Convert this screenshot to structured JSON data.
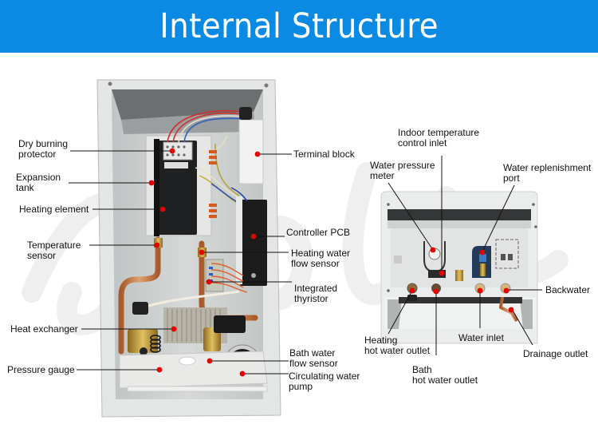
{
  "header": {
    "title": "Internal Structure",
    "background_color": "#0a8ae2",
    "text_color": "#ffffff"
  },
  "watermark": {
    "description": "faint script watermark",
    "color": "#ececec"
  },
  "callout_dot_color": "#e60000",
  "left_diagram": {
    "description": "Front view of electric boiler with cover removed",
    "labels": [
      {
        "id": "dry-burning-protector",
        "lines": [
          "Dry burning",
          "protector"
        ]
      },
      {
        "id": "expansion-tank",
        "lines": [
          "Expansion",
          "tank"
        ]
      },
      {
        "id": "heating-element",
        "lines": [
          "Heating element"
        ]
      },
      {
        "id": "temperature-sensor",
        "lines": [
          "Temperature",
          "sensor"
        ]
      },
      {
        "id": "heat-exchanger",
        "lines": [
          "Heat exchanger"
        ]
      },
      {
        "id": "pressure-gauge",
        "lines": [
          "Pressure gauge"
        ]
      },
      {
        "id": "terminal-block",
        "lines": [
          "Terminal block"
        ]
      },
      {
        "id": "controller-pcb",
        "lines": [
          "Controller PCB"
        ]
      },
      {
        "id": "heating-water-flow-sensor",
        "lines": [
          "Heating water",
          "flow sensor"
        ]
      },
      {
        "id": "integrated-thyristor",
        "lines": [
          "Integrated",
          "thyristor"
        ]
      },
      {
        "id": "bath-water-flow-sensor",
        "lines": [
          "Bath water",
          "flow sensor"
        ]
      },
      {
        "id": "circulating-water-pump",
        "lines": [
          "Circulating water",
          "pump"
        ]
      }
    ]
  },
  "right_diagram": {
    "description": "Bottom view of boiler showing connections",
    "labels": [
      {
        "id": "indoor-temperature-control-inlet",
        "lines": [
          "Indoor temperature",
          "control inlet"
        ]
      },
      {
        "id": "water-pressure-meter",
        "lines": [
          "Water pressure",
          "meter"
        ]
      },
      {
        "id": "water-replenishment-port",
        "lines": [
          "Water replenishment",
          "port"
        ]
      },
      {
        "id": "backwater",
        "lines": [
          "Backwater"
        ]
      },
      {
        "id": "heating-hot-water-outlet",
        "lines": [
          "Heating",
          "hot water outlet"
        ]
      },
      {
        "id": "water-inlet",
        "lines": [
          "Water inlet"
        ]
      },
      {
        "id": "drainage-outlet",
        "lines": [
          "Drainage outlet"
        ]
      },
      {
        "id": "bath-hot-water-outlet",
        "lines": [
          "Bath",
          "hot water outlet"
        ]
      }
    ]
  }
}
